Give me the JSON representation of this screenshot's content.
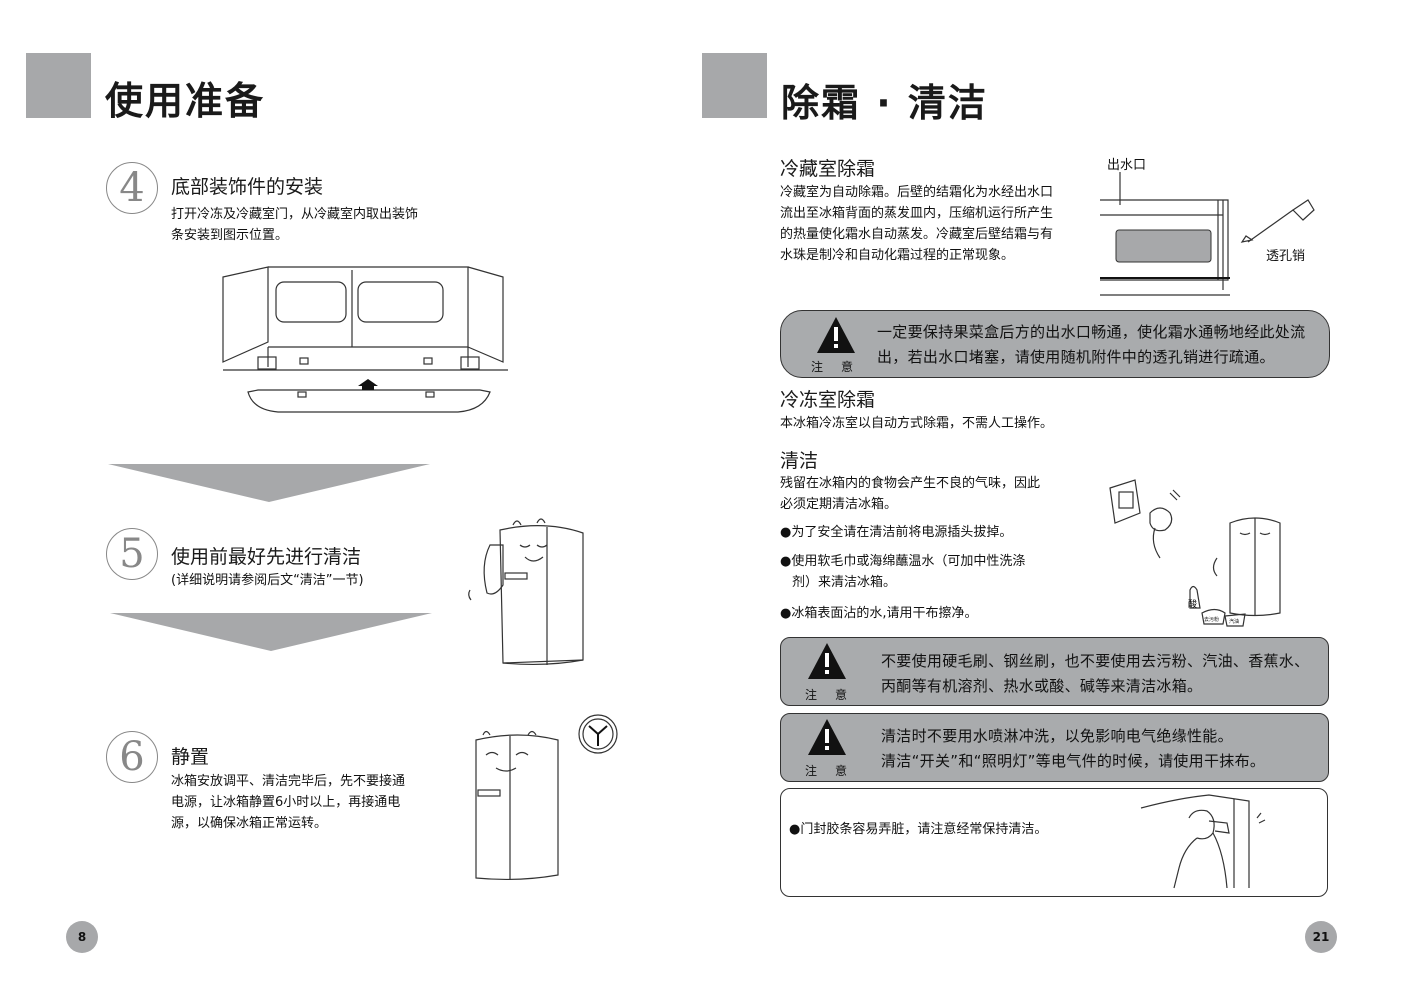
{
  "left_page": {
    "title": "使用准备",
    "page_number": "8",
    "steps": [
      {
        "number": "4",
        "title": "底部装饰件的安装",
        "lines": [
          "打开冷冻及冷藏室门，从冷藏室内取出装饰",
          "条安装到图示位置。"
        ]
      },
      {
        "number": "5",
        "title": "使用前最好先进行清洁",
        "lines": [
          "(详细说明请参阅后文“清洁”一节)"
        ]
      },
      {
        "number": "6",
        "title": "静置",
        "lines": [
          "冰箱安放调平、清洁完毕后，先不要接通",
          "电源，让冰箱静置6小时以上，再接通电",
          "源，以确保冰箱正常运转。"
        ]
      }
    ]
  },
  "right_page": {
    "title": "除霜 · 清洁",
    "page_number": "21",
    "fridge_defrost": {
      "heading": "冷藏室除霜",
      "lines": [
        "冷藏室为自动除霜。后壁的结霜化为水经出水口",
        "流出至冰箱背面的蒸发皿内，压缩机运行所产生",
        "的热量使化霜水自动蒸发。冷藏室后壁结霜与有",
        "水珠是制冷和自动化霜过程的正常现象。"
      ],
      "label_outlet": "出水口",
      "label_pin": "透孔销"
    },
    "warning1": {
      "label": "注意",
      "lines": [
        "一定要保持果菜盒后方的出水口畅通，使化霜水通畅地经此处流",
        "出，若出水口堵塞，请使用随机附件中的透孔销进行疏通。"
      ]
    },
    "freezer_defrost": {
      "heading": "冷冻室除霜",
      "text": "本冰箱冷冻室以自动方式除霜，不需人工操作。"
    },
    "cleaning": {
      "heading": "清洁",
      "lines": [
        "残留在冰箱内的食物会产生不良的气味，因此",
        "必须定期清洁冰箱。"
      ],
      "bullets": [
        "●为了安全请在清洁前将电源插头拔掉。",
        "●使用软毛巾或海绵蘸温水（可加中性洗涤",
        "剂）来清洁冰箱。",
        "●冰箱表面沾的水,请用干布擦净。"
      ],
      "bottle_labels": [
        "酸",
        "去污粉",
        "汽油"
      ]
    },
    "warning2": {
      "label": "注意",
      "lines": [
        "不要使用硬毛刷、钢丝刷，也不要使用去污粉、汽油、香蕉水、",
        "丙酮等有机溶剂、热水或酸、碱等来清洁冰箱。"
      ]
    },
    "warning3": {
      "label": "注意",
      "lines": [
        "清洁时不要用水喷淋冲洗，以免影响电气绝缘性能。",
        "清洁“开关”和“照明灯”等电气件的时候，请使用干抹布。"
      ]
    },
    "gasket_note": "●门封胶条容易弄脏，请注意经常保持清洁。"
  }
}
